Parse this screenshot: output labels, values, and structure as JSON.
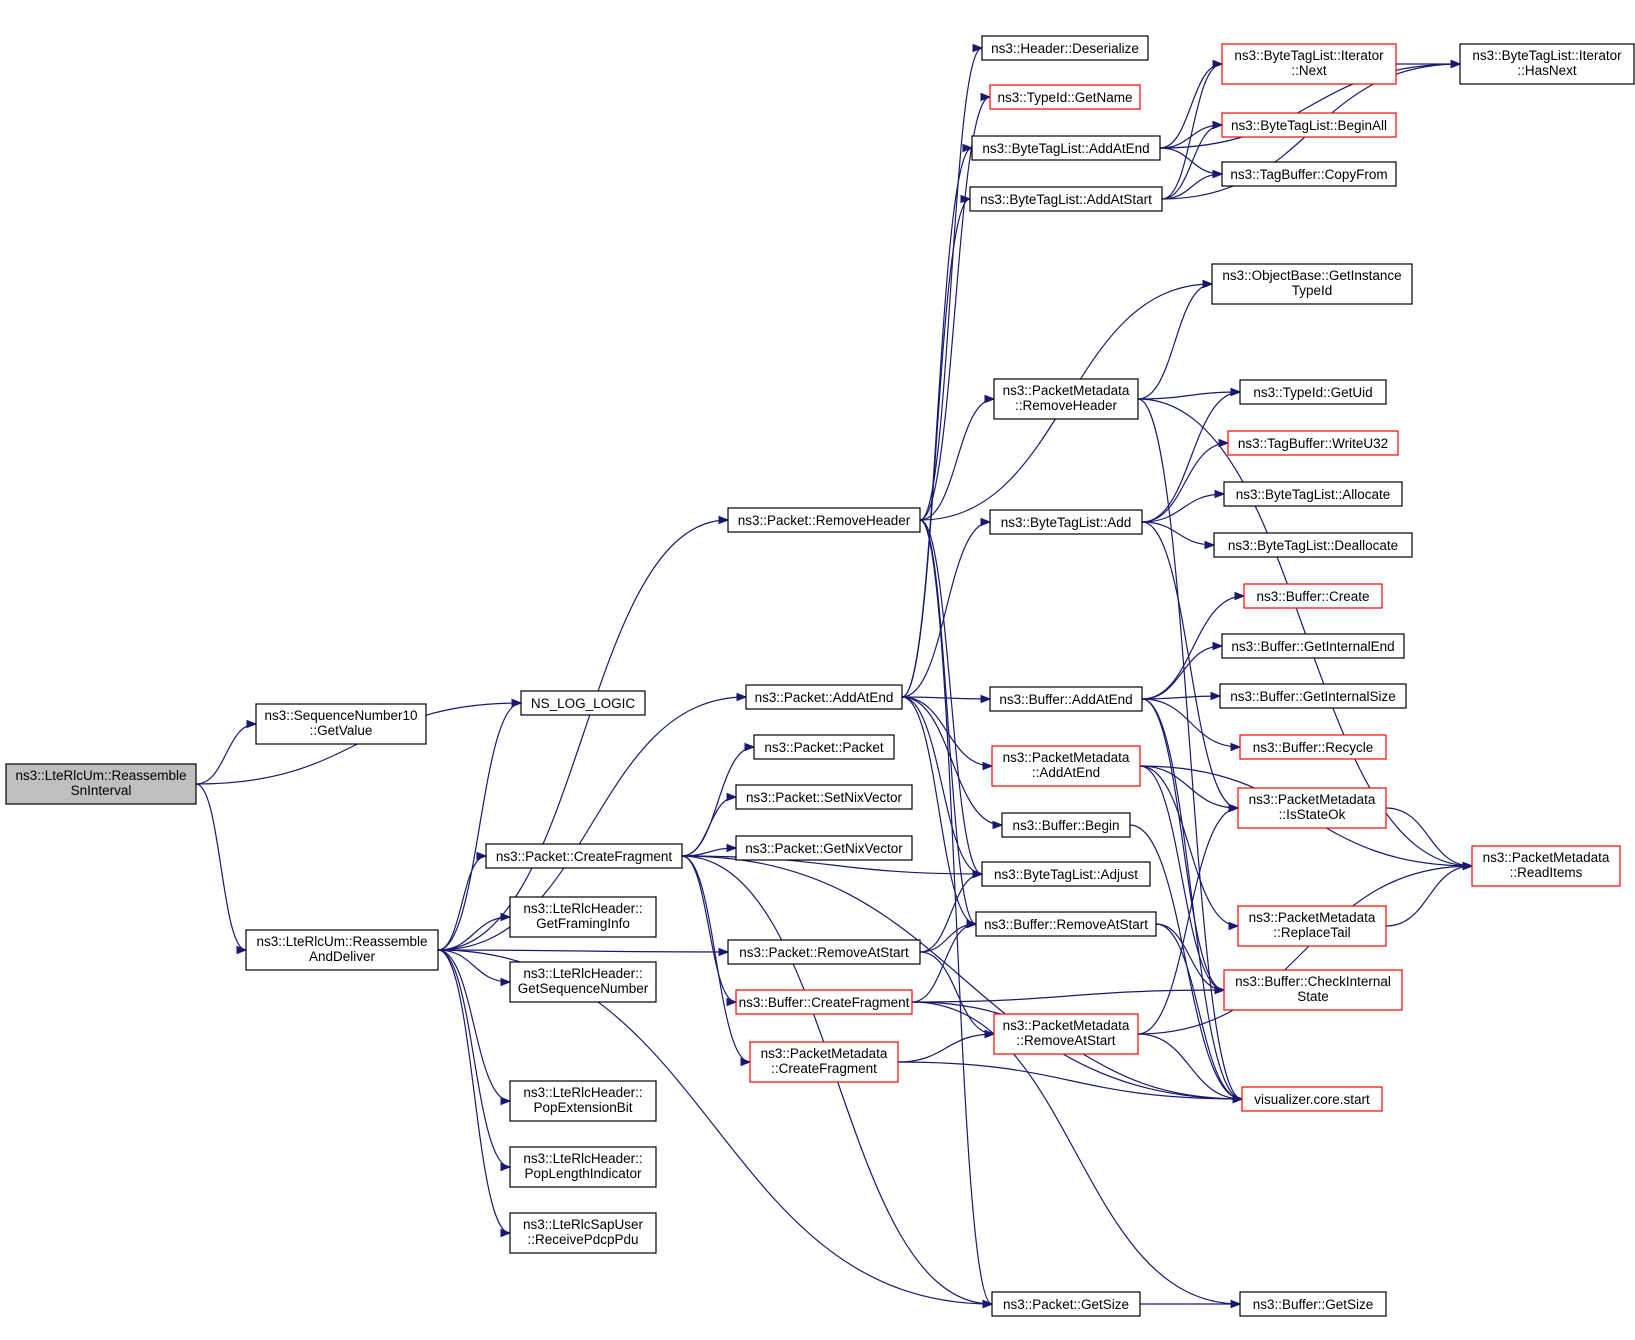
{
  "graph": {
    "colors": {
      "edge": "#191970",
      "node_border": "#000000",
      "truncated_border": "#ff0000",
      "root_fill": "#bfbfbf",
      "node_fill": "#ffffff"
    },
    "nodes": [
      {
        "id": "root",
        "lines": [
          "ns3::LteRlcUm::Reassemble",
          "SnInterval"
        ],
        "kind": "root"
      },
      {
        "id": "sn10",
        "lines": [
          "ns3::SequenceNumber10",
          "::GetValue"
        ],
        "kind": "normal"
      },
      {
        "id": "nslog",
        "lines": [
          "NS_LOG_LOGIC"
        ],
        "kind": "normal"
      },
      {
        "id": "rad",
        "lines": [
          "ns3::LteRlcUm::Reassemble",
          "AndDeliver"
        ],
        "kind": "normal"
      },
      {
        "id": "gfi",
        "lines": [
          "ns3::LteRlcHeader::",
          "GetFramingInfo"
        ],
        "kind": "normal"
      },
      {
        "id": "gsn",
        "lines": [
          "ns3::LteRlcHeader::",
          "GetSequenceNumber"
        ],
        "kind": "normal"
      },
      {
        "id": "peb",
        "lines": [
          "ns3::LteRlcHeader::",
          "PopExtensionBit"
        ],
        "kind": "normal"
      },
      {
        "id": "pli",
        "lines": [
          "ns3::LteRlcHeader::",
          "PopLengthIndicator"
        ],
        "kind": "normal"
      },
      {
        "id": "rpp",
        "lines": [
          "ns3::LteRlcSapUser",
          "::ReceivePdcpPdu"
        ],
        "kind": "normal"
      },
      {
        "id": "prh",
        "lines": [
          "ns3::Packet::RemoveHeader"
        ],
        "kind": "normal"
      },
      {
        "id": "pae",
        "lines": [
          "ns3::Packet::AddAtEnd"
        ],
        "kind": "normal"
      },
      {
        "id": "ppk",
        "lines": [
          "ns3::Packet::Packet"
        ],
        "kind": "normal"
      },
      {
        "id": "psn",
        "lines": [
          "ns3::Packet::SetNixVector"
        ],
        "kind": "normal"
      },
      {
        "id": "pgn",
        "lines": [
          "ns3::Packet::GetNixVector"
        ],
        "kind": "normal"
      },
      {
        "id": "pcf",
        "lines": [
          "ns3::Packet::CreateFragment"
        ],
        "kind": "normal"
      },
      {
        "id": "pras",
        "lines": [
          "ns3::Packet::RemoveAtStart"
        ],
        "kind": "normal"
      },
      {
        "id": "bcf",
        "lines": [
          "ns3::Buffer::CreateFragment"
        ],
        "kind": "truncated"
      },
      {
        "id": "pmcf",
        "lines": [
          "ns3::PacketMetadata",
          "::CreateFragment"
        ],
        "kind": "truncated"
      },
      {
        "id": "pgs",
        "lines": [
          "ns3::Packet::GetSize"
        ],
        "kind": "normal"
      },
      {
        "id": "hdes",
        "lines": [
          "ns3::Header::Deserialize"
        ],
        "kind": "normal"
      },
      {
        "id": "tgn",
        "lines": [
          "ns3::TypeId::GetName"
        ],
        "kind": "truncated"
      },
      {
        "id": "btae",
        "lines": [
          "ns3::ByteTagList::AddAtEnd"
        ],
        "kind": "normal"
      },
      {
        "id": "btas",
        "lines": [
          "ns3::ByteTagList::AddAtStart"
        ],
        "kind": "normal"
      },
      {
        "id": "pmrh",
        "lines": [
          "ns3::PacketMetadata",
          "::RemoveHeader"
        ],
        "kind": "normal"
      },
      {
        "id": "btadd",
        "lines": [
          "ns3::ByteTagList::Add"
        ],
        "kind": "normal"
      },
      {
        "id": "bae",
        "lines": [
          "ns3::Buffer::AddAtEnd"
        ],
        "kind": "normal"
      },
      {
        "id": "pmae",
        "lines": [
          "ns3::PacketMetadata",
          "::AddAtEnd"
        ],
        "kind": "truncated"
      },
      {
        "id": "bbeg",
        "lines": [
          "ns3::Buffer::Begin"
        ],
        "kind": "normal"
      },
      {
        "id": "btadj",
        "lines": [
          "ns3::ByteTagList::Adjust"
        ],
        "kind": "normal"
      },
      {
        "id": "bras",
        "lines": [
          "ns3::Buffer::RemoveAtStart"
        ],
        "kind": "normal"
      },
      {
        "id": "pmras",
        "lines": [
          "ns3::PacketMetadata",
          "::RemoveAtStart"
        ],
        "kind": "truncated"
      },
      {
        "id": "btin",
        "lines": [
          "ns3::ByteTagList::Iterator",
          "::Next"
        ],
        "kind": "truncated"
      },
      {
        "id": "btba",
        "lines": [
          "ns3::ByteTagList::BeginAll"
        ],
        "kind": "truncated"
      },
      {
        "id": "tbcf",
        "lines": [
          "ns3::TagBuffer::CopyFrom"
        ],
        "kind": "normal"
      },
      {
        "id": "obgi",
        "lines": [
          "ns3::ObjectBase::GetInstance",
          "TypeId"
        ],
        "kind": "normal"
      },
      {
        "id": "tgu",
        "lines": [
          "ns3::TypeId::GetUid"
        ],
        "kind": "normal"
      },
      {
        "id": "tbw",
        "lines": [
          "ns3::TagBuffer::WriteU32"
        ],
        "kind": "truncated"
      },
      {
        "id": "btal",
        "lines": [
          "ns3::ByteTagList::Allocate"
        ],
        "kind": "normal"
      },
      {
        "id": "btdl",
        "lines": [
          "ns3::ByteTagList::Deallocate"
        ],
        "kind": "normal"
      },
      {
        "id": "bcr",
        "lines": [
          "ns3::Buffer::Create"
        ],
        "kind": "truncated"
      },
      {
        "id": "bgie",
        "lines": [
          "ns3::Buffer::GetInternalEnd"
        ],
        "kind": "normal"
      },
      {
        "id": "bgis",
        "lines": [
          "ns3::Buffer::GetInternalSize"
        ],
        "kind": "normal"
      },
      {
        "id": "brec",
        "lines": [
          "ns3::Buffer::Recycle"
        ],
        "kind": "truncated"
      },
      {
        "id": "pmiso",
        "lines": [
          "ns3::PacketMetadata",
          "::IsStateOk"
        ],
        "kind": "truncated"
      },
      {
        "id": "pmrt",
        "lines": [
          "ns3::PacketMetadata",
          "::ReplaceTail"
        ],
        "kind": "truncated"
      },
      {
        "id": "bcis",
        "lines": [
          "ns3::Buffer::CheckInternal",
          "State"
        ],
        "kind": "truncated"
      },
      {
        "id": "vcs",
        "lines": [
          "visualizer.core.start"
        ],
        "kind": "truncated"
      },
      {
        "id": "bgs",
        "lines": [
          "ns3::Buffer::GetSize"
        ],
        "kind": "normal"
      },
      {
        "id": "bthn",
        "lines": [
          "ns3::ByteTagList::Iterator",
          "::HasNext"
        ],
        "kind": "normal"
      },
      {
        "id": "pmri",
        "lines": [
          "ns3::PacketMetadata",
          "::ReadItems"
        ],
        "kind": "truncated"
      }
    ],
    "edges": [
      [
        "root",
        "sn10"
      ],
      [
        "root",
        "nslog"
      ],
      [
        "root",
        "rad"
      ],
      [
        "rad",
        "nslog"
      ],
      [
        "rad",
        "prh"
      ],
      [
        "rad",
        "pae"
      ],
      [
        "rad",
        "pcf"
      ],
      [
        "rad",
        "gfi"
      ],
      [
        "rad",
        "gsn"
      ],
      [
        "rad",
        "pras"
      ],
      [
        "rad",
        "peb"
      ],
      [
        "rad",
        "pli"
      ],
      [
        "rad",
        "rpp"
      ],
      [
        "rad",
        "pgs"
      ],
      [
        "prh",
        "hdes"
      ],
      [
        "prh",
        "tgn"
      ],
      [
        "prh",
        "obgi"
      ],
      [
        "prh",
        "pmrh"
      ],
      [
        "prh",
        "btadj"
      ],
      [
        "prh",
        "bras"
      ],
      [
        "prh",
        "pgs"
      ],
      [
        "pae",
        "btae"
      ],
      [
        "pae",
        "btas"
      ],
      [
        "pae",
        "btadd"
      ],
      [
        "pae",
        "bae"
      ],
      [
        "pae",
        "pmae"
      ],
      [
        "pae",
        "bbeg"
      ],
      [
        "pae",
        "btadj"
      ],
      [
        "pae",
        "bras"
      ],
      [
        "pcf",
        "ppk"
      ],
      [
        "pcf",
        "psn"
      ],
      [
        "pcf",
        "pgn"
      ],
      [
        "pcf",
        "btadj"
      ],
      [
        "pcf",
        "bcf"
      ],
      [
        "pcf",
        "pmcf"
      ],
      [
        "pcf",
        "vcs"
      ],
      [
        "pcf",
        "pgs"
      ],
      [
        "pras",
        "btadj"
      ],
      [
        "pras",
        "bras"
      ],
      [
        "pras",
        "pmras"
      ],
      [
        "bcf",
        "bras"
      ],
      [
        "bcf",
        "bcis"
      ],
      [
        "bcf",
        "vcs"
      ],
      [
        "bcf",
        "bgs"
      ],
      [
        "pmcf",
        "pmras"
      ],
      [
        "pmcf",
        "vcs"
      ],
      [
        "pgs",
        "bgs"
      ],
      [
        "btae",
        "btin"
      ],
      [
        "btae",
        "btba"
      ],
      [
        "btae",
        "tbcf"
      ],
      [
        "btae",
        "bthn"
      ],
      [
        "btas",
        "btin"
      ],
      [
        "btas",
        "btba"
      ],
      [
        "btas",
        "tbcf"
      ],
      [
        "btas",
        "bthn"
      ],
      [
        "btin",
        "bthn"
      ],
      [
        "pmrh",
        "obgi"
      ],
      [
        "pmrh",
        "pmri"
      ],
      [
        "pmrh",
        "tgu"
      ],
      [
        "pmrh",
        "vcs"
      ],
      [
        "btadd",
        "tgu"
      ],
      [
        "btadd",
        "tbw"
      ],
      [
        "btadd",
        "btal"
      ],
      [
        "btadd",
        "btdl"
      ],
      [
        "btadd",
        "pmiso"
      ],
      [
        "bae",
        "bcr"
      ],
      [
        "bae",
        "bgie"
      ],
      [
        "bae",
        "bgis"
      ],
      [
        "bae",
        "brec"
      ],
      [
        "bae",
        "bcis"
      ],
      [
        "bae",
        "vcs"
      ],
      [
        "pmae",
        "pmiso"
      ],
      [
        "pmae",
        "pmri"
      ],
      [
        "pmae",
        "pmrt"
      ],
      [
        "pmae",
        "bcis"
      ],
      [
        "bbeg",
        "vcs"
      ],
      [
        "bras",
        "bcis"
      ],
      [
        "bras",
        "vcs"
      ],
      [
        "pmras",
        "pmiso"
      ],
      [
        "pmras",
        "pmri"
      ],
      [
        "pmras",
        "vcs"
      ],
      [
        "pmiso",
        "pmri"
      ],
      [
        "pmrt",
        "pmri"
      ]
    ]
  }
}
